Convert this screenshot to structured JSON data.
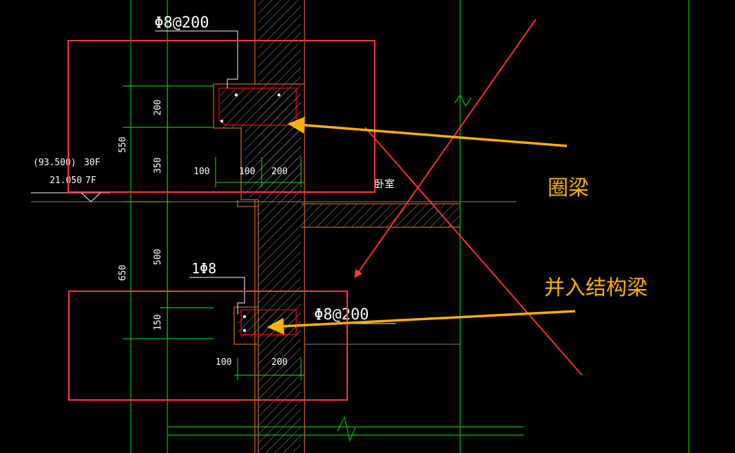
{
  "colors": {
    "background": "#000000",
    "grid_line": "#00c800",
    "wall_outline": "#c86428",
    "rebar": "#ff0000",
    "highlight_box": "#ff3b3b",
    "callout_arrow": "#ffb000",
    "annotation_text": "#ffb000",
    "text": "#ffffff"
  },
  "rebar_labels": {
    "top_stirrup": "Φ8@200",
    "bottom_bar": "1Φ8",
    "bottom_stirrup": "Φ8@200"
  },
  "level_marks": {
    "line1_elev": "(93.500)",
    "line1_floor": "30F",
    "line2_elev": "21.050",
    "line2_floor": "7F"
  },
  "dimensions": {
    "top_height_200": "200",
    "top_height_350": "350",
    "top_total_550": "550",
    "top_width_100a": "100",
    "top_width_100b": "100",
    "top_width_200": "200",
    "mid_500": "500",
    "total_650": "650",
    "bottom_height_150": "150",
    "bottom_width_100": "100",
    "bottom_width_200": "200"
  },
  "room_label": "卧室",
  "annotations": {
    "ring_beam": "圈梁",
    "merged_beam": "并入结构梁"
  }
}
